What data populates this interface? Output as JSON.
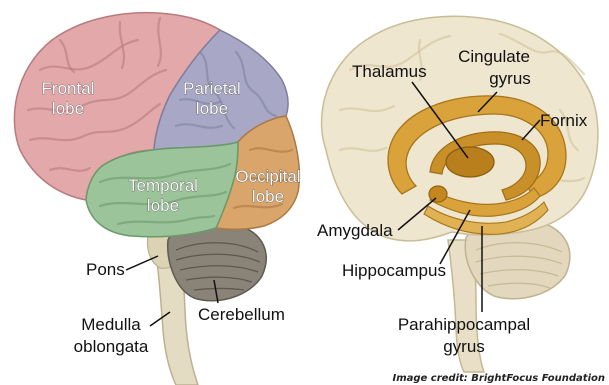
{
  "left_brain": {
    "lobes": {
      "frontal": [
        "Frontal",
        "lobe"
      ],
      "parietal": [
        "Parietal",
        "lobe"
      ],
      "temporal": [
        "Temporal",
        "lobe"
      ],
      "occipital": [
        "Occipital",
        "lobe"
      ]
    },
    "structures": {
      "pons": "Pons",
      "medulla": [
        "Medulla",
        "oblongata"
      ],
      "cerebellum": "Cerebellum"
    },
    "colors": {
      "frontal": "#e3a8aa",
      "parietal": "#a8a8c6",
      "temporal": "#9cc49a",
      "occipital": "#d9a56b",
      "cerebellum": "#8a8478",
      "brainstem": "#e4dcc2"
    }
  },
  "right_brain": {
    "labels": {
      "thalamus": "Thalamus",
      "cingulate": [
        "Cingulate",
        "gyrus"
      ],
      "fornix": "Fornix",
      "amygdala": "Amygdala",
      "hippocampus": "Hippocampus",
      "parahippocampal": [
        "Parahippocampal",
        "gyrus"
      ]
    },
    "colors": {
      "cortex": "#efe6cf",
      "limbic": "#d9a23a",
      "limbic_dark": "#b97f1c"
    }
  },
  "credit": "Image credit: BrightFocus Foundation"
}
